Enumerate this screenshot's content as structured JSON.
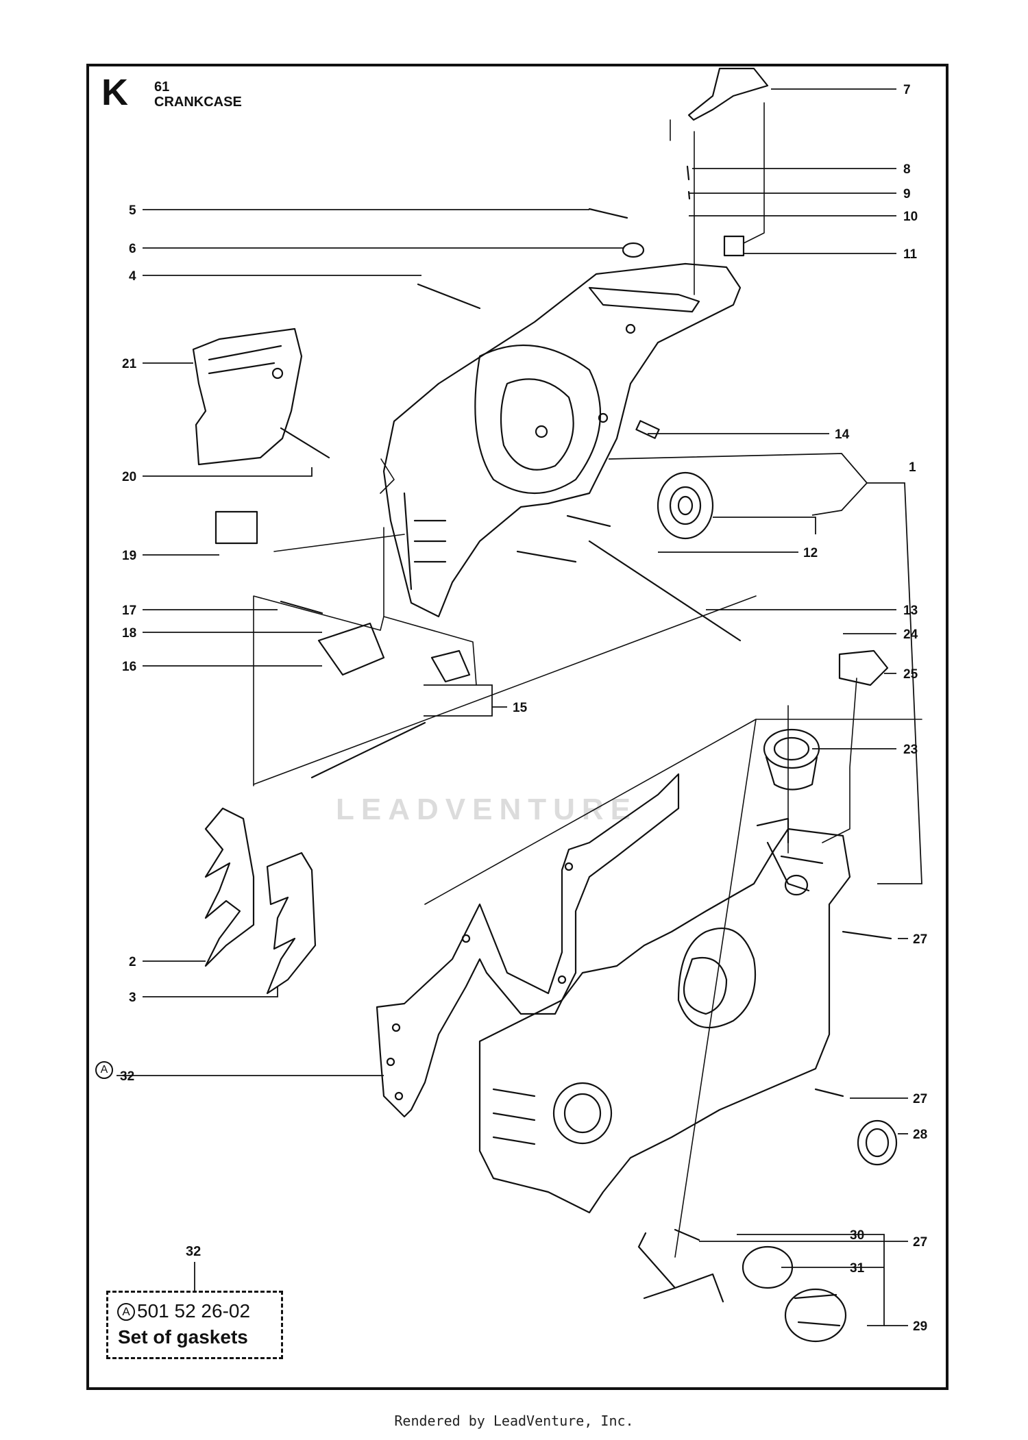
{
  "header": {
    "section_letter": "K",
    "section_number": "61",
    "section_title": "CRANKCASE"
  },
  "callouts": [
    {
      "id": "7",
      "side": "right"
    },
    {
      "id": "8",
      "side": "right"
    },
    {
      "id": "9",
      "side": "right"
    },
    {
      "id": "10",
      "side": "right"
    },
    {
      "id": "11",
      "side": "right"
    },
    {
      "id": "5",
      "side": "left"
    },
    {
      "id": "6",
      "side": "left"
    },
    {
      "id": "4",
      "side": "left"
    },
    {
      "id": "21",
      "side": "left"
    },
    {
      "id": "14",
      "side": "right"
    },
    {
      "id": "1",
      "side": "right"
    },
    {
      "id": "20",
      "side": "left"
    },
    {
      "id": "12",
      "side": "right"
    },
    {
      "id": "19",
      "side": "left"
    },
    {
      "id": "17",
      "side": "left"
    },
    {
      "id": "13",
      "side": "right"
    },
    {
      "id": "24",
      "side": "right"
    },
    {
      "id": "18",
      "side": "left"
    },
    {
      "id": "16",
      "side": "left"
    },
    {
      "id": "25",
      "side": "right"
    },
    {
      "id": "15",
      "side": "right"
    },
    {
      "id": "23",
      "side": "right"
    },
    {
      "id": "27",
      "side": "right"
    },
    {
      "id": "2",
      "side": "left"
    },
    {
      "id": "3",
      "side": "left"
    },
    {
      "id": "32",
      "side": "left"
    },
    {
      "id": "27",
      "side": "right"
    },
    {
      "id": "28",
      "side": "right"
    },
    {
      "id": "27",
      "side": "right"
    },
    {
      "id": "30",
      "side": "right"
    },
    {
      "id": "31",
      "side": "right"
    },
    {
      "id": "29",
      "side": "right"
    }
  ],
  "kit": {
    "number": "32",
    "marker": "A",
    "part_number": "501 52 26-02",
    "description": "Set of gaskets"
  },
  "gasket_marker": "A",
  "watermark": "LEADVENTURE",
  "footer": "Rendered by LeadVenture, Inc."
}
